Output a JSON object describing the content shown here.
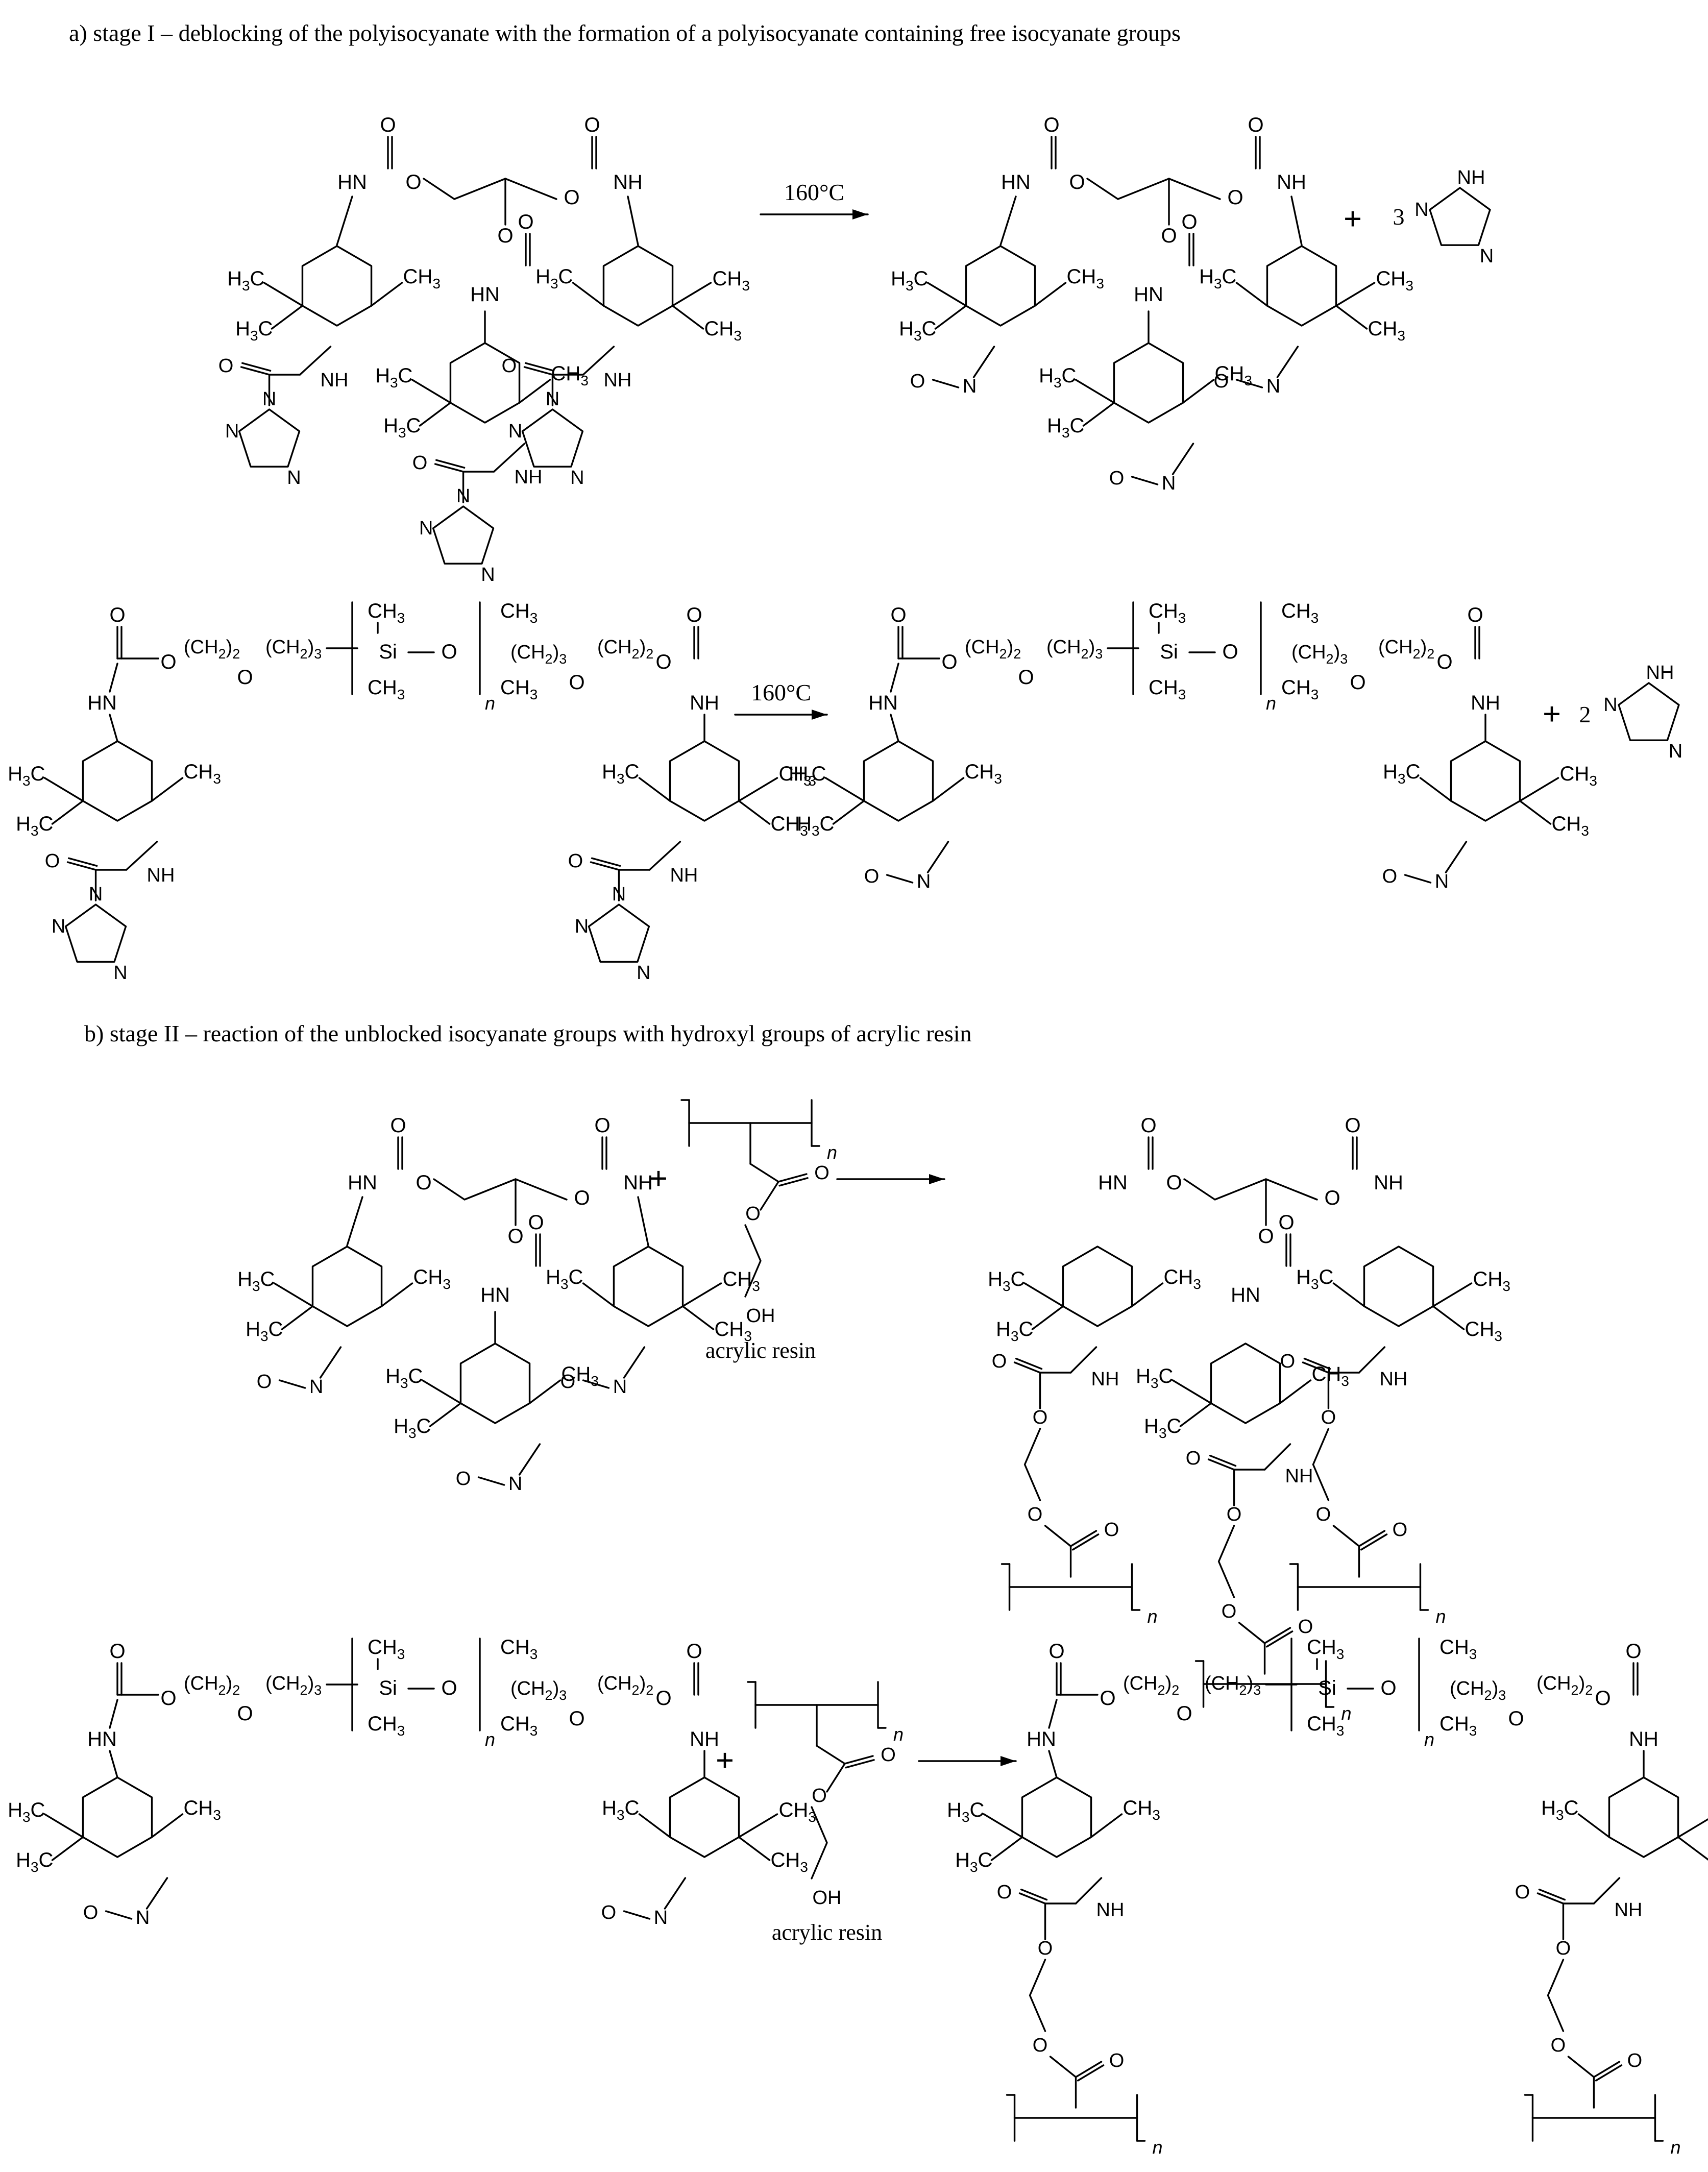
{
  "stage_labels": {
    "stage1": "a) stage I – deblocking of the polyisocyanate with the formation of a polyisocyanate containing free isocyanate groups",
    "stage2": "b) stage II – reaction of the unblocked isocyanate groups with hydroxyl groups of acrylic resin"
  },
  "conditions": {
    "temperature": "160°C"
  },
  "coefficients": {
    "triazole_3": "3",
    "triazole_2": "2"
  },
  "operators": {
    "plus": "+"
  },
  "reagent_labels": {
    "acrylic_resin": "acrylic resin"
  },
  "atoms": {
    "HN": "HN",
    "NH": "NH",
    "O": "O",
    "N": "N",
    "OH": "OH",
    "Si": "Si",
    "CH3": "CH3",
    "H3C": "H3C",
    "n": "n",
    "CH2_2": "(CH2)2",
    "CH2_3": "(CH2)3"
  },
  "colors": {
    "ink": "#000000",
    "paper": "#ffffff"
  }
}
